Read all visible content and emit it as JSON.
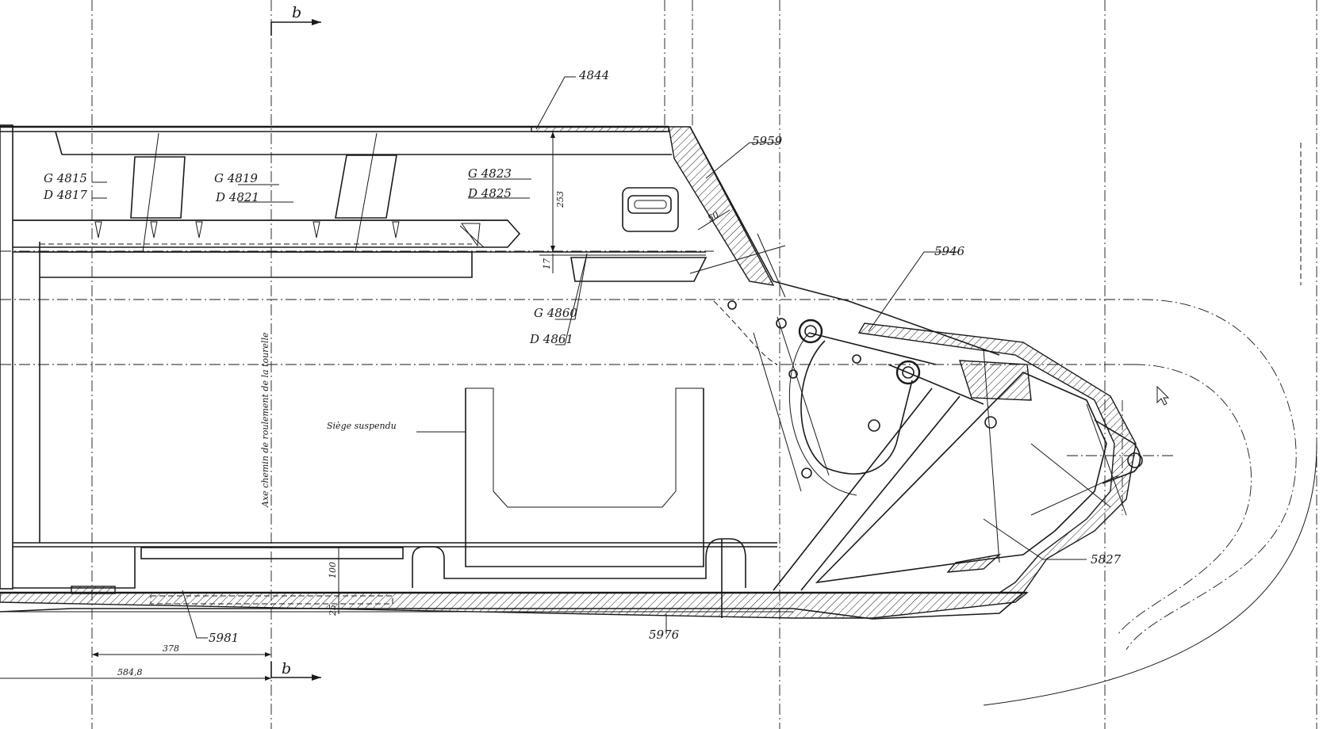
{
  "parts": {
    "p4844": "4844",
    "p5959": "5959",
    "p5946": "5946",
    "p5827": "5827",
    "p5981": "5981",
    "p5976": "5976",
    "g4815": "G 4815",
    "d4817": "D 4817",
    "g4819": "G 4819",
    "d4821": "D 4821",
    "g4823": "G 4823",
    "d4825": "D 4825",
    "g4860": "G 4860",
    "d4861": "D 4861"
  },
  "section_marks": {
    "top": "b",
    "bottom": "b"
  },
  "annotations": {
    "siege": "Siège suspendu",
    "axe": "Axe chemin de roulement de la tourelle"
  },
  "dimensions": {
    "d253": "253",
    "d17": "17",
    "d50": "50",
    "d100": "100",
    "d25": "25",
    "d378": "378",
    "d5848": "584,8"
  },
  "colors": {
    "line": "#1a1a1a",
    "paper": "#ffffff"
  }
}
